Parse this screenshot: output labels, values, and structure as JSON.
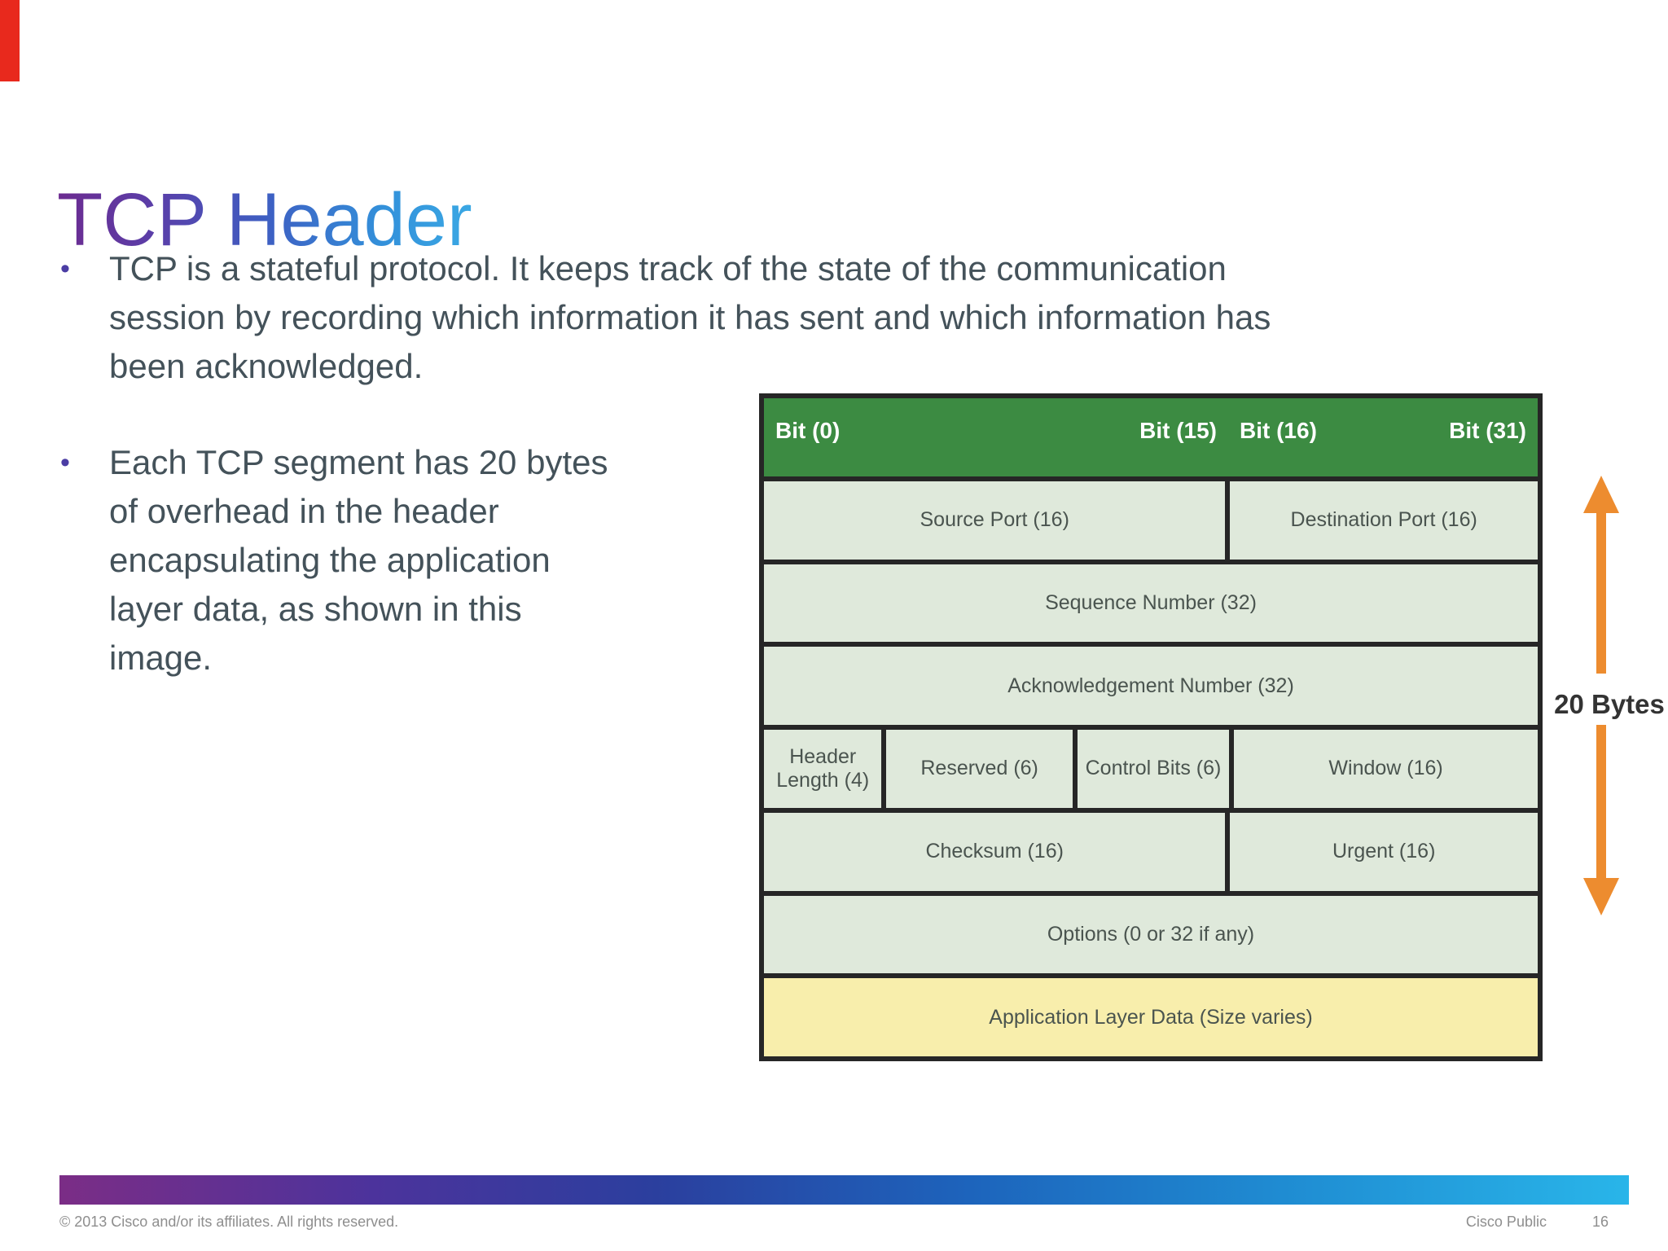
{
  "slide": {
    "title": "TCP Header",
    "bullets": [
      {
        "marker": "•",
        "text": "TCP is a stateful protocol. It keeps track of the state of the communication\nsession by recording which information it has sent and which information has\nbeen acknowledged."
      },
      {
        "marker": "•",
        "text": "Each TCP segment has 20 bytes\nof overhead in the header\nencapsulating the application\nlayer data, as shown in this\nimage."
      }
    ]
  },
  "diagram": {
    "bit_labels": {
      "bit0": "Bit (0)",
      "bit15": "Bit (15)",
      "bit16": "Bit (16)",
      "bit31": "Bit (31)"
    },
    "fields": {
      "source_port": "Source Port (16)",
      "destination_port": "Destination Port (16)",
      "sequence_number": "Sequence Number (32)",
      "acknowledgement_number": "Acknowledgement Number (32)",
      "header_length": "Header Length (4)",
      "reserved": "Reserved (6)",
      "control_bits": "Control Bits (6)",
      "window": "Window (16)",
      "checksum": "Checksum (16)",
      "urgent": "Urgent (16)",
      "options": "Options (0 or 32 if any)",
      "application_layer_data": "Application Layer Data (Size varies)"
    },
    "size_annotation": "20 Bytes",
    "colors": {
      "header_green": "#3c8b42",
      "cell_green": "#dfe9db",
      "data_yellow": "#f8eeac",
      "border": "#262626",
      "arrow_orange": "#ed8c2f",
      "corner_accent_red": "#e8291d",
      "title_gradient_start": "#6c2b90",
      "title_gradient_end": "#3aa8e4"
    }
  },
  "footer": {
    "copyright": "© 2013 Cisco and/or its affiliates. All rights reserved.",
    "classification": "Cisco Public",
    "page_number": "16",
    "gradient_colors": [
      "#7b2d86",
      "#2b3f9e",
      "#1d64bc",
      "#29b5e9"
    ]
  }
}
